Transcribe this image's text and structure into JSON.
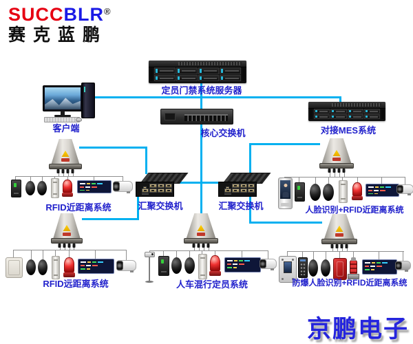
{
  "logo": {
    "brand_red": "SUCC",
    "brand_blue": "BLR",
    "registered_mark": "®",
    "company_name": "赛克蓝鹏"
  },
  "watermark": {
    "text": "京鹏电子"
  },
  "colors": {
    "connection_line": "#00b0f0",
    "device_wire": "#8f8f8f",
    "label_blue": "#2121cc",
    "logo_red": "#e60012",
    "logo_blue": "#1a1ae6",
    "watermark_blue": "#2525dd",
    "alarm_red": "#d42020"
  },
  "nodes": {
    "top_server": {
      "label": "定员门禁系统服务器",
      "device": "rack-server"
    },
    "client": {
      "label": "客户端",
      "device": "desktop-computer"
    },
    "core_switch": {
      "label": "核心交换机",
      "device": "rack-switch"
    },
    "mes_server": {
      "label": "对接MES系统",
      "device": "rack-server"
    },
    "agg_switch_left": {
      "label": "汇聚交换机",
      "device": "industrial-switch"
    },
    "agg_switch_right": {
      "label": "汇聚交换机",
      "device": "industrial-switch"
    }
  },
  "subsystems": [
    {
      "label": "RFID近距离系统",
      "devices": [
        "rfid-reader-antenna",
        "access-card-reader",
        "ir-sensor",
        "ir-sensor",
        "column-sensor",
        "alarm-beacon",
        "led-sign",
        "bullet-camera"
      ]
    },
    {
      "label": "人脸识别+RFID近距离系统",
      "devices": [
        "rfid-reader-antenna",
        "face-recognition-terminal",
        "access-card-reader",
        "ir-sensor",
        "ir-sensor",
        "column-sensor",
        "alarm-beacon",
        "led-sign",
        "bullet-camera"
      ]
    },
    {
      "label": "RFID远距离系统",
      "devices": [
        "rfid-reader-antenna",
        "rfid-card-pad",
        "ir-sensor",
        "ir-sensor",
        "column-sensor",
        "alarm-beacon",
        "led-sign",
        "bullet-camera"
      ]
    },
    {
      "label": "人车混行定员系统",
      "devices": [
        "rfid-reader-antenna",
        "pole-camera",
        "access-card-reader",
        "ir-sensor",
        "ir-sensor",
        "column-sensor",
        "alarm-beacon",
        "led-sign",
        "bullet-camera"
      ]
    },
    {
      "label": "防爆人脸识别+RFID近距离系统",
      "devices": [
        "rfid-reader-antenna",
        "explosion-proof-face-terminal",
        "keypad-reader",
        "ir-sensor",
        "ir-sensor",
        "explosion-proof-panel",
        "explosion-proof-beacon",
        "led-sign",
        "mini-camera"
      ]
    }
  ]
}
